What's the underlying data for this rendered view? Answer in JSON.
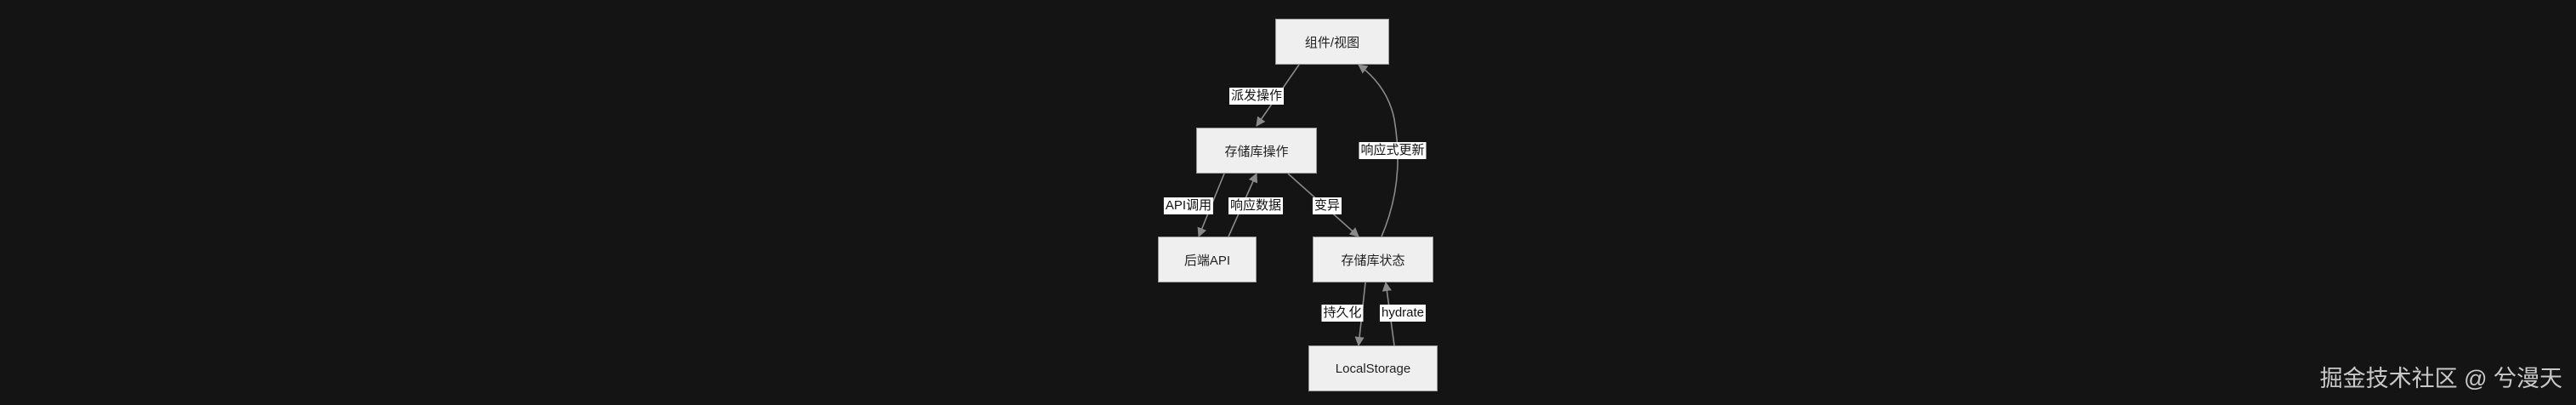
{
  "diagram": {
    "nodes": {
      "component": {
        "label": "组件/视图"
      },
      "store_actions": {
        "label": "存储库操作"
      },
      "backend_api": {
        "label": "后端API"
      },
      "store_state": {
        "label": "存储库状态"
      },
      "local_storage": {
        "label": "LocalStorage"
      }
    },
    "edges": {
      "dispatch": {
        "from": "component",
        "to": "store_actions",
        "label": "派发操作"
      },
      "api_call": {
        "from": "store_actions",
        "to": "backend_api",
        "label": "API调用"
      },
      "response": {
        "from": "backend_api",
        "to": "store_actions",
        "label": "响应数据"
      },
      "mutate": {
        "from": "store_actions",
        "to": "store_state",
        "label": "变异"
      },
      "reactive_update": {
        "from": "store_state",
        "to": "component",
        "label": "响应式更新"
      },
      "persist": {
        "from": "store_state",
        "to": "local_storage",
        "label": "持久化"
      },
      "hydrate": {
        "from": "local_storage",
        "to": "store_state",
        "label": "hydrate"
      }
    }
  },
  "watermark": "掘金技术社区 @ 兮漫天",
  "colors": {
    "background": "#141414",
    "node_fill": "#efefef",
    "node_border": "#9a9a9a",
    "edge": "#8a8a8a",
    "label_bg": "#ffffff"
  }
}
